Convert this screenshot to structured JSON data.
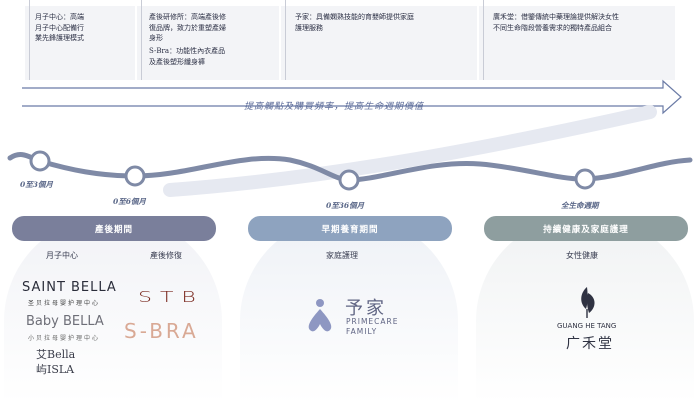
{
  "top_boxes": [
    {
      "lines": [
        "月子中心：高端",
        "月子中心配備行",
        "業先鋒護理模式"
      ]
    },
    {
      "lines": [
        "產後研修所：高端產後修",
        "復品牌，致力於重塑產婦",
        "身形",
        "S-Bra：功能性內衣產品",
        "及產後塑形纖身褲"
      ]
    },
    {
      "lines": [
        "予家：具備嫻熟技能的育嬰師提供家庭",
        "護理服務"
      ]
    },
    {
      "lines": [
        "廣禾堂：借鑒傳統中藥理論提供解決女性",
        "不同生命階段營養需求的獨特產品組合"
      ]
    }
  ],
  "arrow_text": "提高觸點及購買頻率，提高生命週期價值",
  "ages": [
    "0至3個月",
    "0至6個月",
    "0至36個月",
    "全生命週期"
  ],
  "phases": [
    {
      "label": "產後期間",
      "color": "#7a7f9b",
      "subs": [
        "月子中心",
        "產後修復"
      ]
    },
    {
      "label": "早期養育期間",
      "color": "#8ea3bf",
      "subs": [
        "家庭護理"
      ]
    },
    {
      "label": "持續健康及家庭護理",
      "color": "#8e9e9f",
      "subs": [
        "女性健康"
      ]
    }
  ],
  "brands": {
    "saint_bella": "SAINT BELLA",
    "saint_bella_sub": "圣贝拉母婴护理中心",
    "baby_bella": "Baby BELLA",
    "baby_bella_sub": "小贝拉母婴护理中心",
    "ai_bella_1": "艾Bella",
    "ai_bella_2": "屿ISLA",
    "stb": "STB",
    "sbra": "S-BRA",
    "yujia_cn": "予家",
    "yujia_en1": "PRIMECARE",
    "yujia_en2": "FAMILY",
    "ght_en": "GUANG HE TANG",
    "ght_cn": "广禾堂"
  },
  "colors": {
    "curve": "#7f8aa6",
    "arrow": "#6b7ba6"
  }
}
